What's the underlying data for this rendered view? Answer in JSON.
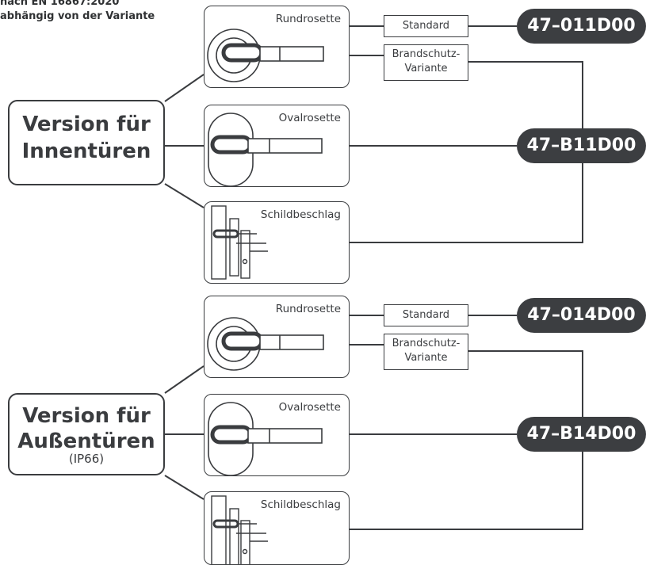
{
  "header_note": {
    "line1": "nach EN 16867:2020",
    "line2": "abhängig von der Variante"
  },
  "groups": [
    {
      "title_line1": "Version für",
      "title_line2": "Innentüren",
      "subtitle": "",
      "variants": [
        "Rundrosette",
        "Ovalrosette",
        "Schildbeschlag"
      ],
      "standard_label": "Standard",
      "fire_label_line1": "Brandschutz-",
      "fire_label_line2": "Variante",
      "code_standard": "47–011D00",
      "code_fire": "47–B11D00"
    },
    {
      "title_line1": "Version für",
      "title_line2": "Außentüren",
      "subtitle": "(IP66)",
      "variants": [
        "Rundrosette",
        "Ovalrosette",
        "Schildbeschlag"
      ],
      "standard_label": "Standard",
      "fire_label_line1": "Brandschutz-",
      "fire_label_line2": "Variante",
      "code_standard": "47–014D00",
      "code_fire": "47–B14D00"
    }
  ],
  "colors": {
    "line": "#3a3c3f",
    "pill": "#3c3e41",
    "pill_text": "#ffffff"
  },
  "icons": [
    "round-rosette-handle-icon",
    "oval-rosette-handle-icon",
    "escutcheon-handle-icon"
  ]
}
